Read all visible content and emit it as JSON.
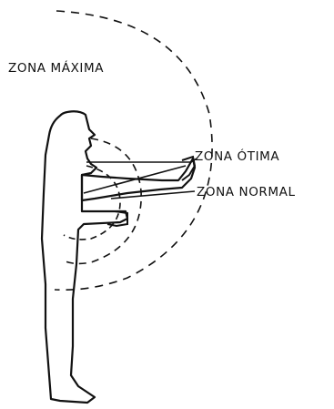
{
  "labels": {
    "maxima": "ZONA MÁXIMA",
    "otima": "ZONA ÓTIMA",
    "normal": "ZONA NORMAL"
  },
  "colors": {
    "ink": "#111111",
    "background": "#ffffff"
  }
}
